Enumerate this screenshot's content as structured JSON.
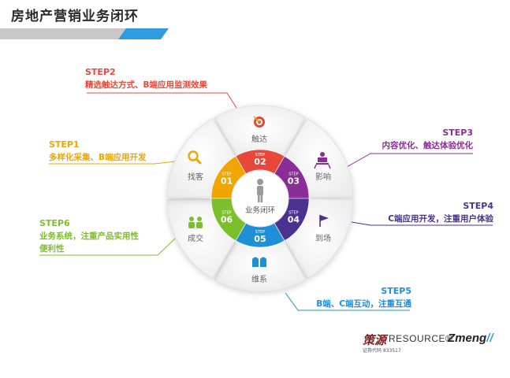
{
  "title": "房地产营销业务闭环",
  "colors": {
    "step1": "#f0a500",
    "step2": "#e8483a",
    "step3": "#8a2d96",
    "step4": "#4b3190",
    "step5": "#1f8fd8",
    "step6": "#7cbf2e",
    "band_gray": "#c8c8c8",
    "band_blue": "#2f9be0"
  },
  "center": {
    "label": "业务闭环"
  },
  "ring_labels": {
    "step_word": "STEP",
    "numbers": [
      "01",
      "02",
      "03",
      "04",
      "05",
      "06"
    ]
  },
  "outer_ring": {
    "items": [
      {
        "label": "触达",
        "icon": "target-icon"
      },
      {
        "label": "影响",
        "icon": "presenter-icon"
      },
      {
        "label": "到场",
        "icon": "flag-icon"
      },
      {
        "label": "维系",
        "icon": "handshake-icon"
      },
      {
        "label": "成交",
        "icon": "people-icon"
      },
      {
        "label": "找客",
        "icon": "magnifier-icon"
      }
    ]
  },
  "callouts": {
    "step1": {
      "step": "STEP1",
      "desc": "多样化采集、B端应用开发"
    },
    "step2": {
      "step": "STEP2",
      "desc": "精选触达方式、B端应用监测效果"
    },
    "step3": {
      "step": "STEP3",
      "desc": "内容优化、触达体验优化"
    },
    "step4": {
      "step": "STEP4",
      "desc": "C端应用开发，注重用户体验"
    },
    "step5": {
      "step": "STEP5",
      "desc": "B端、C端互动，注重互通"
    },
    "step6": {
      "step": "STEP6",
      "desc1": "业务系统，注重产品实用性",
      "desc2": "便利性"
    }
  },
  "logos": {
    "mark": "策源",
    "resource": "RESOURCE®",
    "code": "证券代码 833517",
    "zmeng": "Zmeng",
    "zmeng_mark": "//"
  }
}
